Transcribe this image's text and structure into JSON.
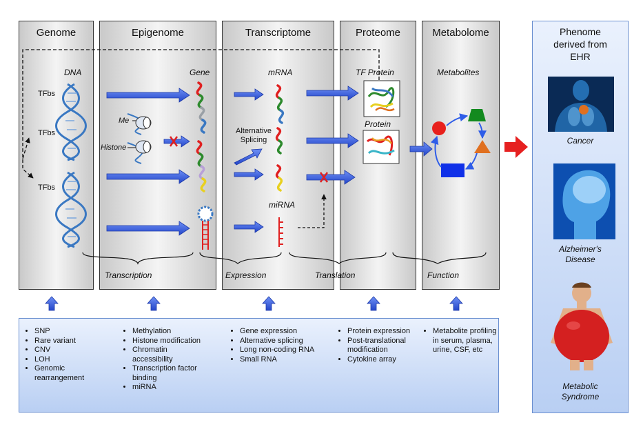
{
  "panels": {
    "genome": "Genome",
    "epigenome": "Epigenome",
    "transcriptome": "Transcriptome",
    "proteome": "Proteome",
    "metabolome": "Metabolome"
  },
  "labels": {
    "dna": "DNA",
    "tfbs": "TFbs",
    "gene": "Gene",
    "me": "Me",
    "histone": "Histone",
    "mrna": "mRNA",
    "alternative_splicing": "Alternative Splicing",
    "mirna": "miRNA",
    "tf_protein": "TF Protein",
    "protein": "Protein",
    "metabolites": "Metabolites"
  },
  "processes": {
    "transcription": "Transcription",
    "expression": "Expression",
    "translation": "Translation",
    "function": "Function"
  },
  "bottom": {
    "genome": [
      "SNP",
      "Rare variant",
      "CNV",
      "LOH",
      "Genomic rearrangement"
    ],
    "epigenome": [
      "Methylation",
      "Histone modification",
      "Chromatin accessibility",
      "Transcription factor binding",
      "miRNA"
    ],
    "transcriptome": [
      "Gene expression",
      "Alternative splicing",
      "Long non-coding RNA",
      "Small RNA"
    ],
    "proteome": [
      "Protein expression",
      "Post-translational modification",
      "Cytokine array"
    ],
    "metabolome": [
      "Metabolite profiling in serum, plasma, urine, CSF, etc"
    ]
  },
  "phenome": {
    "title": "Phenome derived from EHR",
    "cancer": "Cancer",
    "alzheimers": "Alzheimer's Disease",
    "metabolic": "Metabolic Syndrome"
  },
  "colors": {
    "arrow_blue": "#2f5de8",
    "panel_gray": "#d9d9d9",
    "dna_blue": "#3a78c2",
    "inhibit_red": "#e02020",
    "phenome_arrow": "#e62020",
    "bottom_box": "#c8daf7"
  }
}
